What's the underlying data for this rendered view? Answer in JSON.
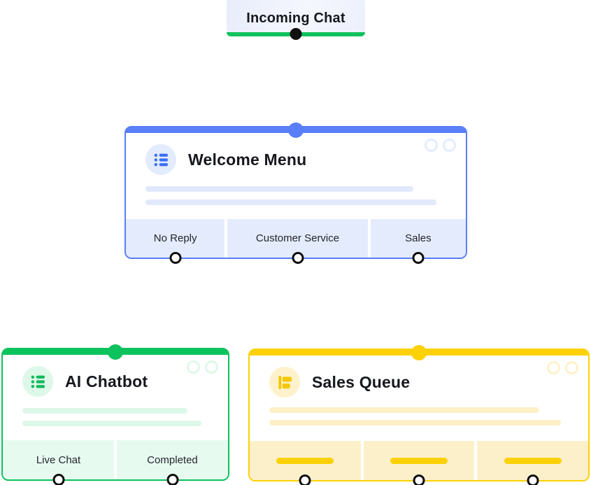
{
  "canvas": {
    "background": "#ffffff"
  },
  "accents": {
    "blue": "#597ef7",
    "green": "#0cc25c",
    "yellow": "#fcd106",
    "handle_dark": "#111111"
  },
  "nodes": {
    "incoming": {
      "title": "Incoming Chat",
      "accent": "#0cc25c"
    },
    "welcome": {
      "title": "Welcome Menu",
      "accent": "#597ef7",
      "icon": "bulleted-list-icon",
      "outputs": [
        "No Reply",
        "Customer Service",
        "Sales"
      ]
    },
    "chatbot": {
      "title": "AI Chatbot",
      "accent": "#0cc25c",
      "icon": "bulleted-list-icon",
      "outputs": [
        "Live Chat",
        "Completed"
      ]
    },
    "sales": {
      "title": "Sales Queue",
      "accent": "#fcd106",
      "icon": "queue-icon",
      "output_placeholders": 3
    }
  }
}
